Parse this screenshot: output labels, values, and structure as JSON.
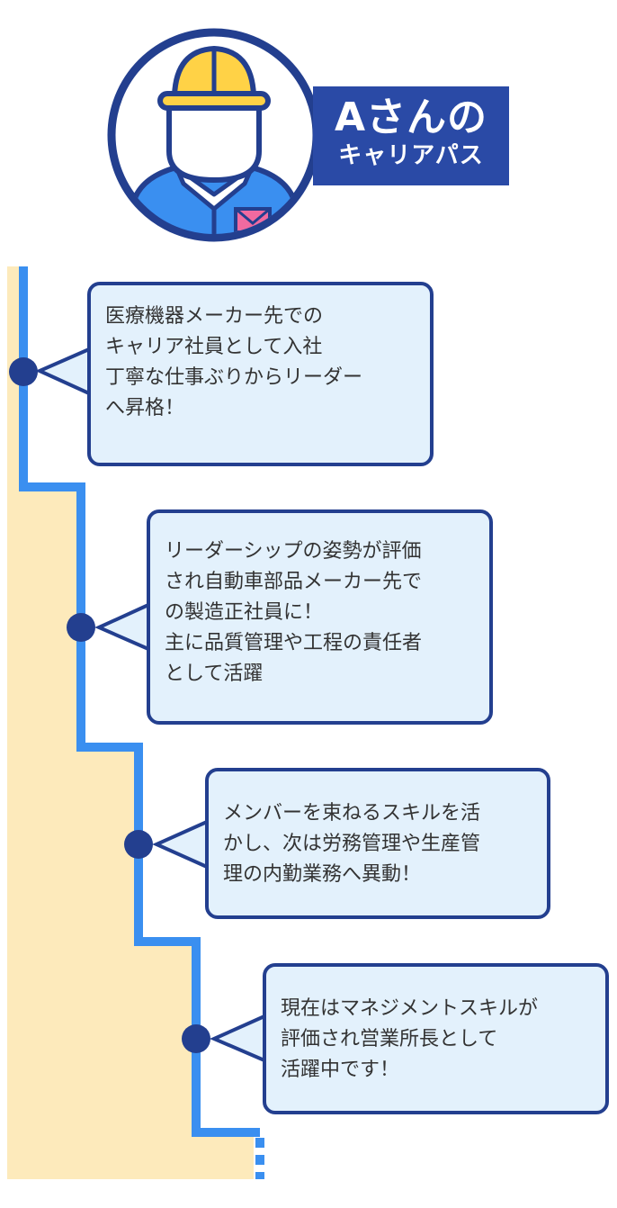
{
  "title": {
    "line1": "Aさんの",
    "line2": "キャリアパス"
  },
  "icon": "worker-with-hard-hat-avatar",
  "colors": {
    "navy": "#233f8f",
    "blue": "#3a8ff0",
    "yellow_band": "#fdeabb",
    "bubble_fill": "#e3f1fc",
    "hard_hat": "#ffd246"
  },
  "steps": [
    {
      "text": "医療機器メーカー先での\nキャリア社員として入社\n丁寧な仕事ぶりからリーダー\nへ昇格！"
    },
    {
      "text": "リーダーシップの姿勢が評価\nされ自動車部品メーカー先で\nの製造正社員に！\n主に品質管理や工程の責任者\nとして活躍"
    },
    {
      "text": "メンバーを束ねるスキルを活\nかし、次は労務管理や生産管\n理の内勤業務へ異動！"
    },
    {
      "text": "現在はマネジメントスキルが\n評価され営業所長として\n活躍中です！"
    }
  ]
}
